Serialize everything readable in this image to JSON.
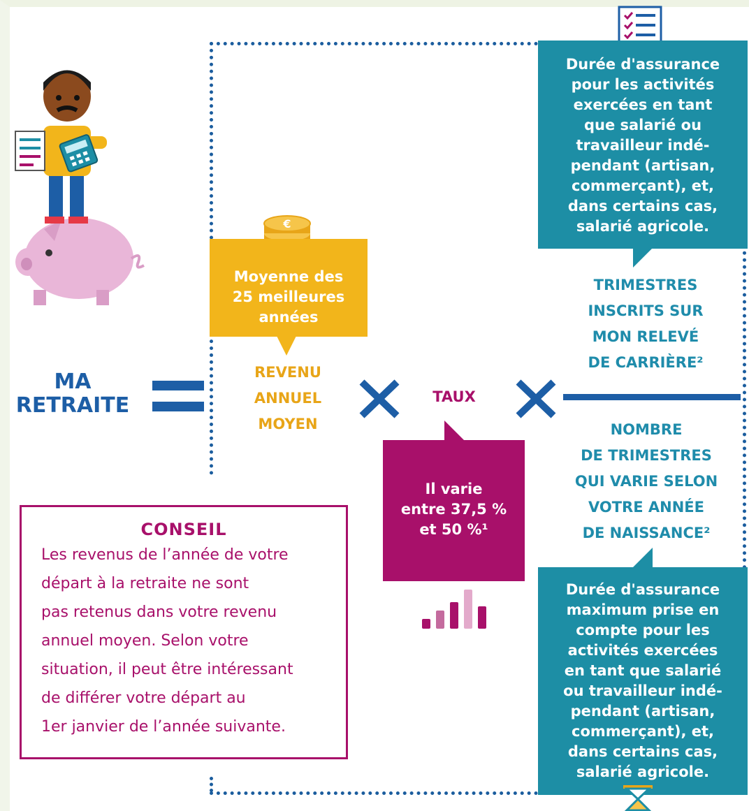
{
  "formula": {
    "ma_retraite": "MA\nRETRAITE"
  },
  "revenu": {
    "box_text": "Moyenne des\n25 meilleures\nannées",
    "label": "REVENU\nANNUEL\nMOYEN"
  },
  "taux": {
    "label": "TAUX",
    "box_text": "Il varie\nentre 37,5 %\net 50 %¹"
  },
  "trimestres_inscrits": {
    "box_text": "Durée d'assurance\npour les activités\nexercées en tant\nque salarié ou\ntravailleur indé-\npendant (artisan,\ncommerçant), et,\ndans certains cas,\nsalarié agricole.",
    "label": "TRIMESTRES\nINSCRITS SUR\nMON RELEVÉ\nDE CARRIÈRE²"
  },
  "nombre_trimestres": {
    "label": "NOMBRE\nDE TRIMESTRES\nQUI VARIE SELON\nVOTRE ANNÉE\nDE NAISSANCE²",
    "box_text": "Durée d'assurance\nmaximum prise en\ncompte pour les\nactivités exercées\nen tant que salarié\nou travailleur indé-\npendant (artisan,\ncommerçant), et,\ndans certains cas,\nsalarié agricole."
  },
  "conseil": {
    "title": "CONSEIL",
    "body": "Les revenus de l’année de votre\ndépart à la retraite ne sont\npas retenus dans votre revenu\nannuel moyen. Selon votre\nsituation, il peut être intéressant\nde différer votre départ au\n1er janvier de l’année suivante."
  },
  "colors": {
    "blue": "#1d5ea6",
    "teal": "#1d8ea5",
    "yellow": "#f2b51b",
    "purple": "#a8106a"
  },
  "icons": [
    "person-with-calculator-icon",
    "piggy-bank-icon",
    "coins-icon",
    "checklist-icon",
    "bar-chart-icon",
    "hourglass-icon",
    "equals-icon",
    "multiply-icon"
  ]
}
